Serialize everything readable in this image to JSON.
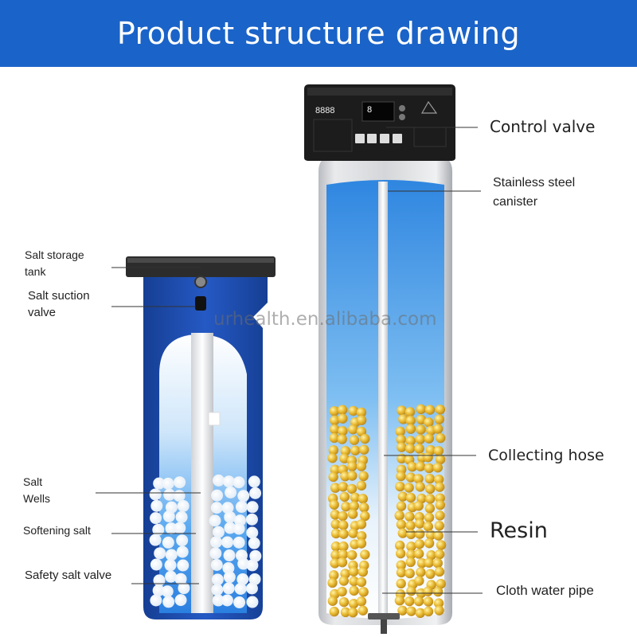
{
  "header": {
    "title": "Product structure drawing"
  },
  "watermark": "urhealth.en.alibaba.com",
  "control_panel": {
    "display_digits": "8888",
    "screen_digit": "8"
  },
  "labels": {
    "control_valve": "Control valve",
    "stainless_steel_canister": "Stainless steel\ncanister",
    "collecting_hose": "Collecting hose",
    "resin": "Resin",
    "cloth_water_pipe": "Cloth water pipe",
    "salt_storage_tank": "Salt storage\ntank",
    "salt_suction_valve": "Salt suction\nvalve",
    "salt_wells": "Salt\nWells",
    "softening_salt": "Softening salt",
    "safety_salt_valve": "Safety salt valve"
  },
  "colors": {
    "banner": "#1a63c8",
    "brine_tank": "#1f4fb0",
    "resin": "#e8b830",
    "control_head": "#1c1c1c"
  }
}
